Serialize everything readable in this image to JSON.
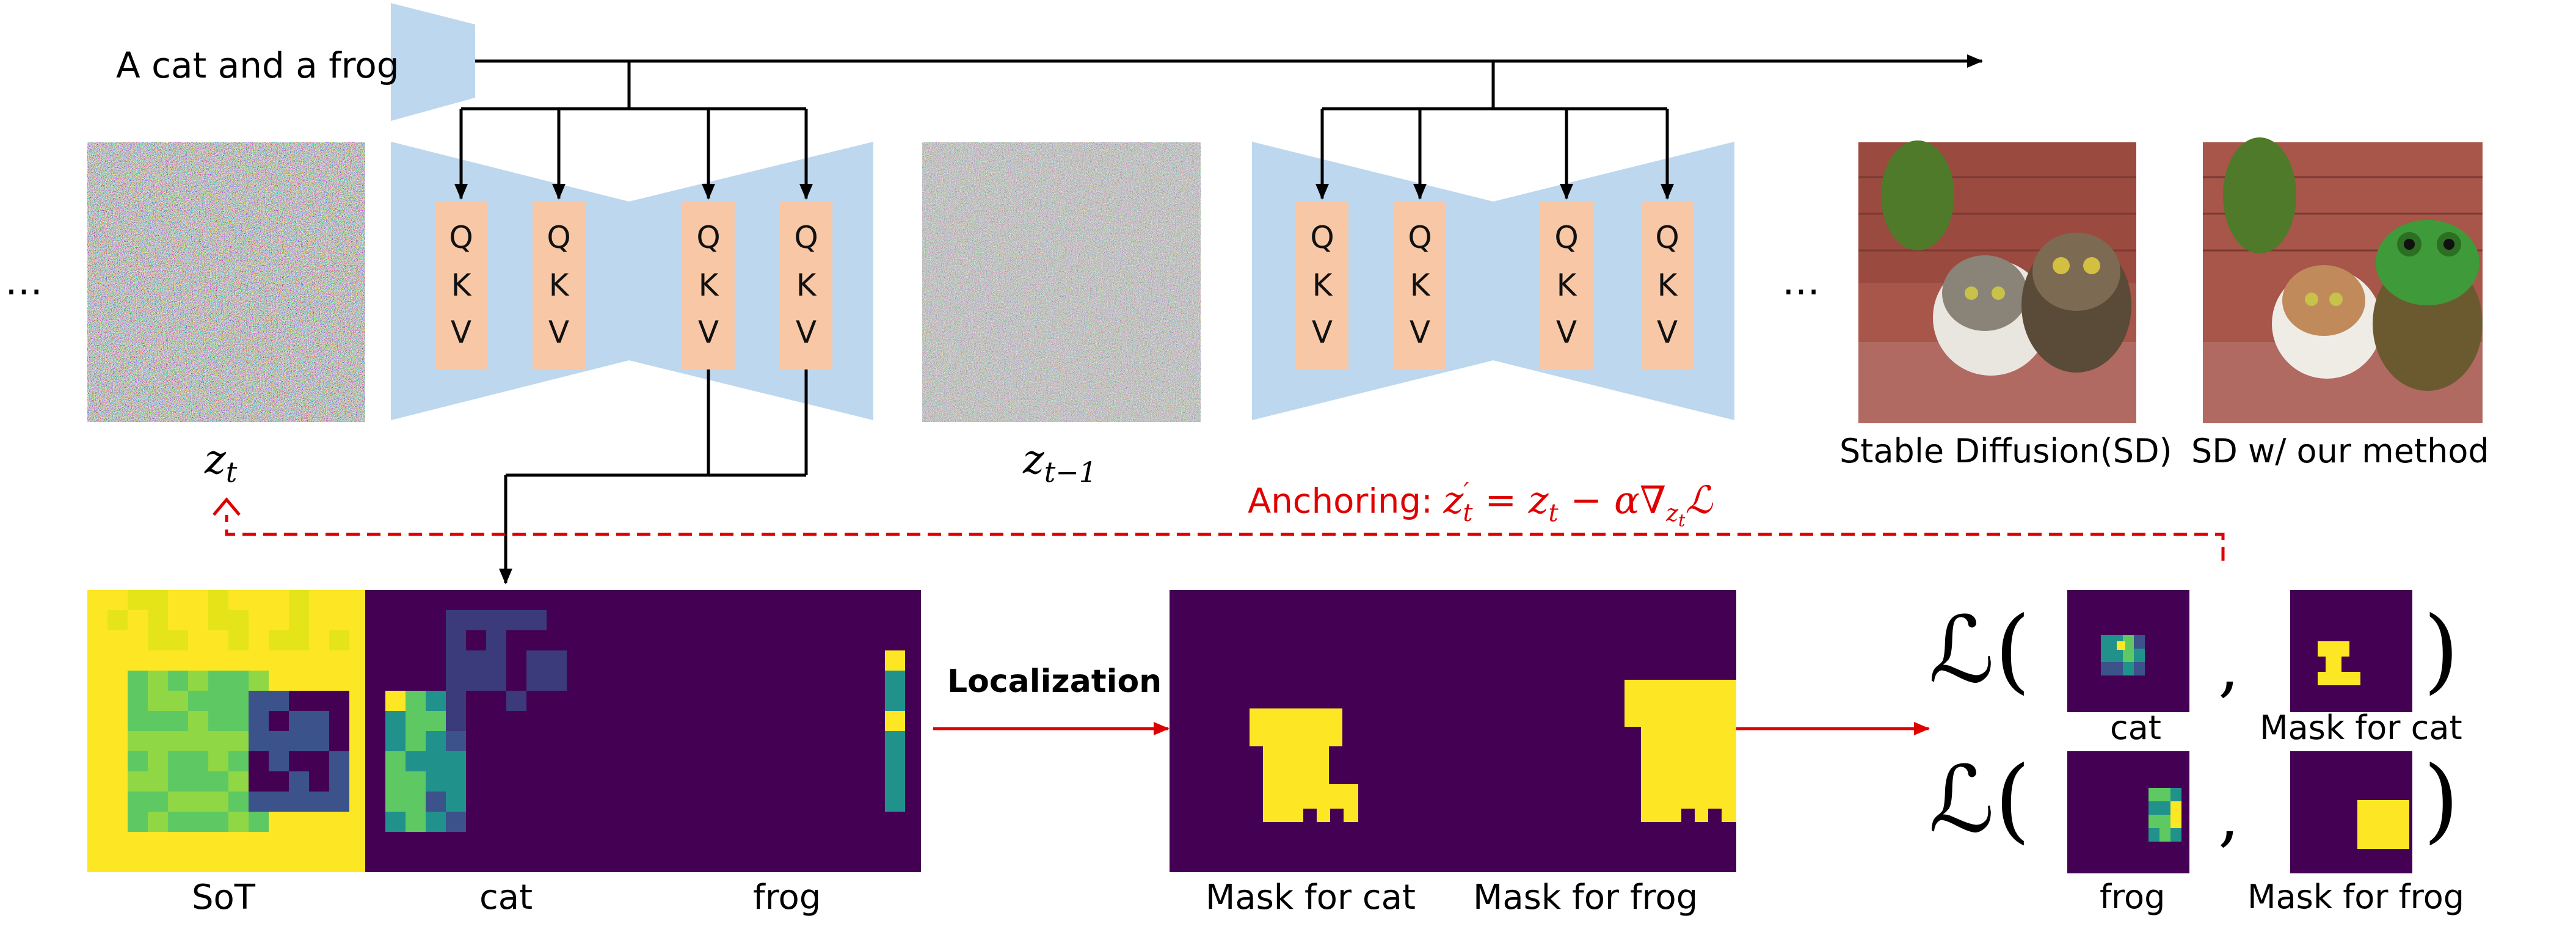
{
  "prompt_text": "A cat and a frog",
  "ellipsis": "…",
  "latents": {
    "z_t": "z_t",
    "z_t_minus_1": "z_{t−1}"
  },
  "qkv": {
    "q": "Q",
    "k": "K",
    "v": "V"
  },
  "outputs": {
    "sd_caption": "Stable Diffusion(SD)",
    "ours_caption": "SD w/ our method"
  },
  "anchoring": {
    "prefix": "Anchoring: ",
    "formula": "z′_t = z_t − α∇_{z_t}ℒ"
  },
  "attention_maps": {
    "captions": [
      "SoT",
      "cat",
      "frog"
    ]
  },
  "localization_label": "Localization",
  "masks": {
    "captions": [
      "Mask for cat",
      "Mask for frog"
    ]
  },
  "loss": {
    "symbol": "ℒ(",
    "close": ")",
    "comma": ",",
    "rows": [
      {
        "map_caption": "cat",
        "mask_caption": "Mask for cat"
      },
      {
        "map_caption": "frog",
        "mask_caption": "Mask for frog"
      }
    ]
  },
  "colors": {
    "unet_blue": "#bdd7ee",
    "qkv_orange": "#f8c7a5",
    "heat_bg": "#440154",
    "heat_yellow": "#fde725",
    "arrow_red": "#e00000"
  }
}
